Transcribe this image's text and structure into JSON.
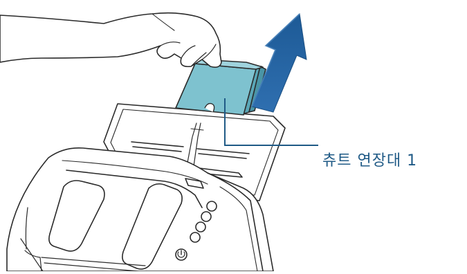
{
  "callout": {
    "label": "츄트 연장대 1"
  },
  "colors": {
    "line": "#2a2a2a",
    "chute_fill": "#7ec2cf",
    "chute_dark": "#5aa6b6",
    "arrow_fill": "#2e6fad",
    "callout_line": "#1f5a86",
    "callout_text": "#1f5a86"
  },
  "parts": {
    "scanner": "scanner-body",
    "chute_extension": "chute-extension-1",
    "hand": "hand",
    "lift_direction": "up-arrow"
  }
}
